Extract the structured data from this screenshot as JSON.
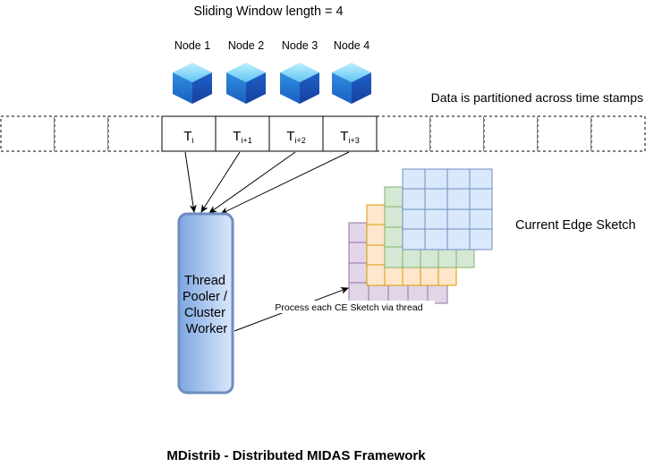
{
  "header": {
    "window_label": "Sliding Window length = 4"
  },
  "nodes": {
    "labels": [
      "Node 1",
      "Node 2",
      "Node 3",
      "Node 4"
    ],
    "icon": "cube-icon"
  },
  "timeline": {
    "caption": "Data is partitioned across time stamps",
    "slots": [
      {
        "base": "T",
        "sub": "i"
      },
      {
        "base": "T",
        "sub": "i+1"
      },
      {
        "base": "T",
        "sub": "i+2"
      },
      {
        "base": "T",
        "sub": "i+3"
      }
    ]
  },
  "worker": {
    "label_lines": [
      "Thread",
      "Pooler /",
      "Cluster",
      "Worker"
    ]
  },
  "sketch": {
    "label": "Current Edge Sketch",
    "colors": {
      "blue_fill": "#dae8fc",
      "blue_stroke": "#6c8ebf",
      "green_fill": "#d5e8d4",
      "green_stroke": "#82b366",
      "orange_fill": "#ffe6cc",
      "orange_stroke": "#d79b00",
      "purple_fill": "#e1d5e7",
      "purple_stroke": "#9673a6"
    }
  },
  "edge": {
    "process_label": "Process each CE Sketch via thread"
  },
  "footer": {
    "title": "MDistrib - Distributed MIDAS Framework"
  }
}
